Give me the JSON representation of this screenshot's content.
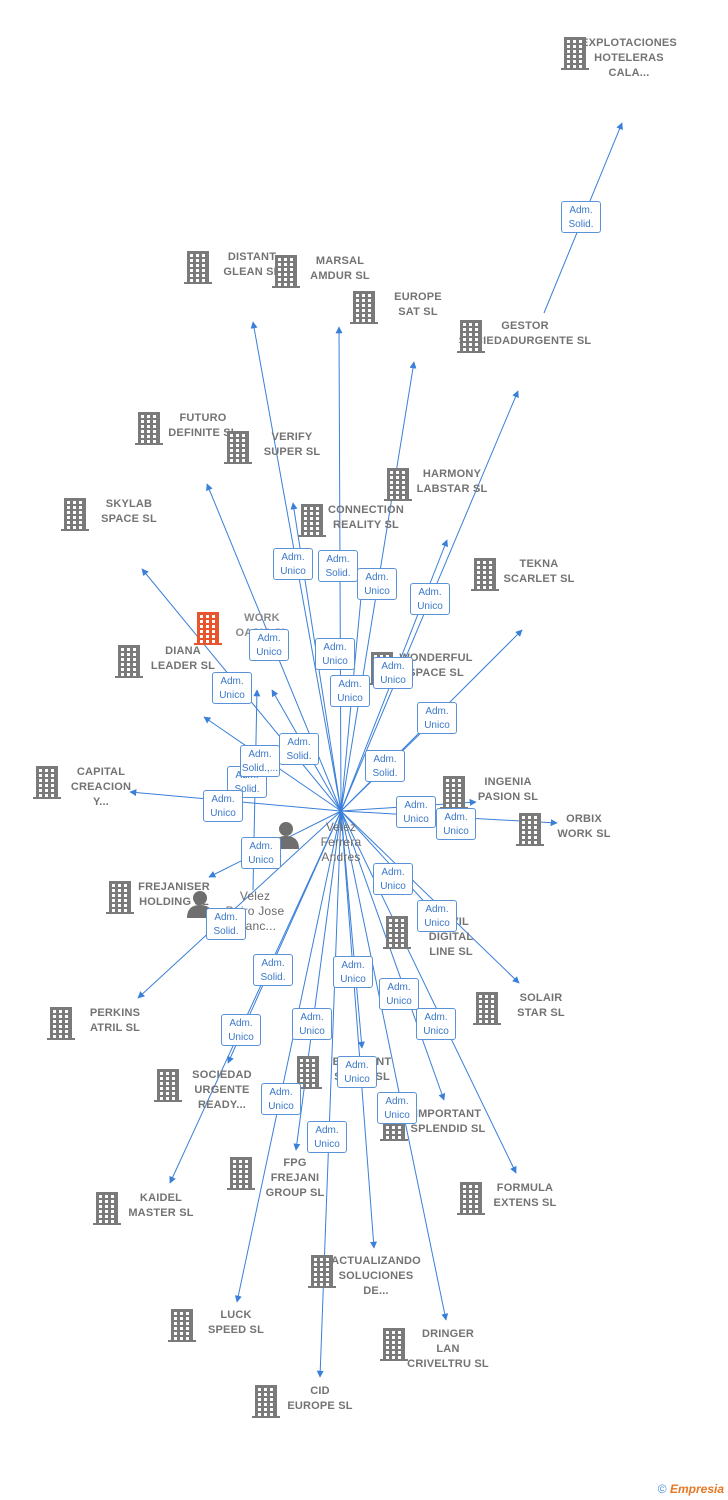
{
  "center_person": {
    "id": "center",
    "label": "Velez\nFerrera\nAndres",
    "type": "person"
  },
  "other_person": {
    "id": "p2",
    "label": "Velez\nPeiro Jose\nFranc...",
    "type": "person"
  },
  "main_company": {
    "id": "work",
    "label": "WORK\nOASIS SL",
    "color": "#e8542c"
  },
  "colors": {
    "edge": "#3a7fd8",
    "building": "#7a7a7a",
    "main_building": "#e8542c"
  },
  "companies": [
    {
      "id": "explot",
      "label": "EXPLOTACIONES\nHOTELERAS\nCALA..."
    },
    {
      "id": "gestor",
      "label": "GESTOR\nSOCIEDADURGENTE SL"
    },
    {
      "id": "distant",
      "label": "DISTANT\nGLEAN SL"
    },
    {
      "id": "marsal",
      "label": "MARSAL\nAMDUR SL"
    },
    {
      "id": "europe",
      "label": "EUROPE\nSAT SL"
    },
    {
      "id": "futuro",
      "label": "FUTURO\nDEFINITE SL"
    },
    {
      "id": "verify",
      "label": "VERIFY\nSUPER SL"
    },
    {
      "id": "harmony",
      "label": "HARMONY\nLABSTAR SL"
    },
    {
      "id": "skylab",
      "label": "SKYLAB\nSPACE SL"
    },
    {
      "id": "connection",
      "label": "CONNECTION\nREALITY SL"
    },
    {
      "id": "tekna",
      "label": "TEKNA\nSCARLET SL"
    },
    {
      "id": "diana",
      "label": "DIANA\nLEADER SL"
    },
    {
      "id": "wonderful",
      "label": "WONDERFUL\nSPACE SL"
    },
    {
      "id": "capital",
      "label": "CAPITAL\nCREACION\nY..."
    },
    {
      "id": "ingenia",
      "label": "INGENIA\nPASION SL"
    },
    {
      "id": "orbix",
      "label": "ORBIX\nWORK SL"
    },
    {
      "id": "frejaniser",
      "label": "FREJANISER\nHOLDING SL"
    },
    {
      "id": "movil",
      "label": "MOVIL\nDIGITAL\nLINE SL"
    },
    {
      "id": "solair",
      "label": "SOLAIR\nSTAR SL"
    },
    {
      "id": "perkins",
      "label": "PERKINS\nATRIL SL"
    },
    {
      "id": "sociedad",
      "label": "SOCIEDAD\nURGENTE\nREADY..."
    },
    {
      "id": "efficient",
      "label": "EFFICIENT\nSPACE SL"
    },
    {
      "id": "important",
      "label": "IMPORTANT\nSPLENDID SL"
    },
    {
      "id": "fpg",
      "label": "FPG\nFREJANI\nGROUP SL"
    },
    {
      "id": "kaidel",
      "label": "KAIDEL\nMASTER SL"
    },
    {
      "id": "formula",
      "label": "FORMULA\nEXTENS SL"
    },
    {
      "id": "actualizando",
      "label": "ACTUALIZANDO\nSOLUCIONES\nDE..."
    },
    {
      "id": "luck",
      "label": "LUCK\nSPEED SL"
    },
    {
      "id": "dringer",
      "label": "DRINGER\nLAN\nCRIVELTRU SL"
    },
    {
      "id": "cid",
      "label": "CID\nEUROPE SL"
    }
  ],
  "relations": [
    {
      "from": "gestor",
      "to": "explot",
      "label": "Adm.\nSolid."
    },
    {
      "from": "center",
      "to": "distant",
      "label": "Adm.\nUnico"
    },
    {
      "from": "center",
      "to": "marsal",
      "label": "Adm.\nSolid."
    },
    {
      "from": "center",
      "to": "europe",
      "label": "Adm.\nUnico"
    },
    {
      "from": "center",
      "to": "gestor",
      "label": "Adm.\nUnico"
    },
    {
      "from": "center",
      "to": "futuro",
      "label": "Adm.\nUnico"
    },
    {
      "from": "center",
      "to": "verify",
      "label": "Adm.\nUnico"
    },
    {
      "from": "center",
      "to": "harmony",
      "label": "Adm.\nUnico"
    },
    {
      "from": "center",
      "to": "skylab",
      "label": "Adm.\nUnico"
    },
    {
      "from": "center",
      "to": "connection",
      "label": "Adm.\nUnico"
    },
    {
      "from": "center",
      "to": "tekna",
      "label": "Adm.\nSolid."
    },
    {
      "from": "center",
      "to": "diana",
      "label": "Adm.\nUnico"
    },
    {
      "from": "center",
      "to": "work",
      "label": "Adm.\nSolid."
    },
    {
      "from": "center",
      "to": "wonderful",
      "label": "Adm.\nSolid."
    },
    {
      "from": "center",
      "to": "capital",
      "label": "Adm.\nSolid.,..."
    },
    {
      "from": "p2",
      "to": "work",
      "label": "Adm.\nUnico"
    },
    {
      "from": "center",
      "to": "ingenia",
      "label": "Adm.\nUnico"
    },
    {
      "from": "center",
      "to": "orbix",
      "label": "Adm.\nUnico"
    },
    {
      "from": "center",
      "to": "frejaniser",
      "label": "Adm.\nUnico"
    },
    {
      "from": "center",
      "to": "movil",
      "label": "Adm.\nUnico"
    },
    {
      "from": "center",
      "to": "solair",
      "label": "Adm.\nSolid."
    },
    {
      "from": "center",
      "to": "perkins",
      "label": "Adm.\nSolid."
    },
    {
      "from": "center",
      "to": "sociedad",
      "label": "Adm.\nUnico"
    },
    {
      "from": "center",
      "to": "efficient",
      "label": "Adm.\nUnico"
    },
    {
      "from": "center",
      "to": "important",
      "label": "Adm.\nUnico"
    },
    {
      "from": "center",
      "to": "fpg",
      "label": "Adm.\nUnico"
    },
    {
      "from": "center",
      "to": "kaidel",
      "label": "Adm.\nUnico"
    },
    {
      "from": "center",
      "to": "formula",
      "label": "Adm.\nUnico"
    },
    {
      "from": "center",
      "to": "actualizando",
      "label": "Adm.\nUnico"
    },
    {
      "from": "center",
      "to": "luck",
      "label": "Adm.\nUnico"
    },
    {
      "from": "center",
      "to": "dringer",
      "label": "Adm.\nUnico"
    },
    {
      "from": "center",
      "to": "cid",
      "label": "Adm.\nUnico"
    }
  ],
  "credit": {
    "symbol": "©",
    "brand": "Empresia"
  }
}
